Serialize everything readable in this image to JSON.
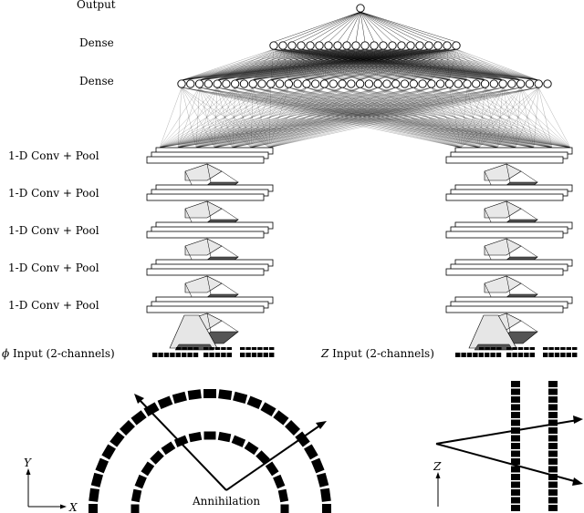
{
  "labels": {
    "output": "Output",
    "dense1": "Dense",
    "dense2": "Dense",
    "conv": "1-D Conv + Pool",
    "phi_symbol": "ϕ",
    "phi_input": " Input (2-channels)",
    "z_symbol": "Z",
    "z_input": " Input (2-channels)",
    "annihilation": "Annihilation",
    "axis_y": "Y",
    "axis_x": "X",
    "axis_z": "Z"
  },
  "network": {
    "conv_layers": 5,
    "dense1_neurons": 21,
    "dense2_neurons": 42,
    "output_neurons": 1
  },
  "colors": {
    "ink": "#000000",
    "line_light": "#555555",
    "pool_dark": "#555555",
    "pool_light": "#e6e6e6",
    "paper": "#ffffff"
  }
}
